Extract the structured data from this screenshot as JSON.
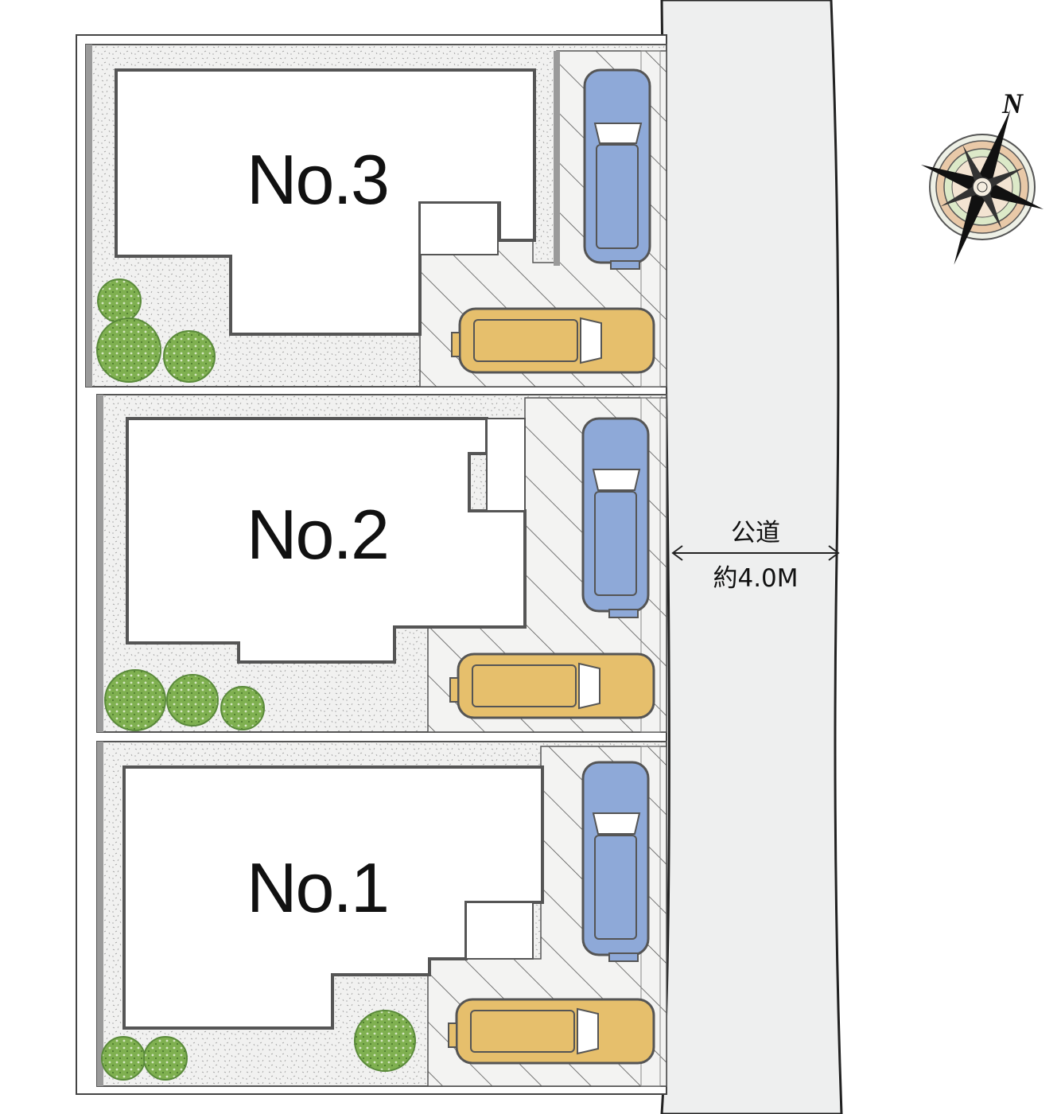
{
  "lots": [
    {
      "id": "lot-3",
      "label": "No.3"
    },
    {
      "id": "lot-2",
      "label": "No.2"
    },
    {
      "id": "lot-1",
      "label": "No.1"
    }
  ],
  "road": {
    "name": "公道",
    "width": "約4.0M"
  },
  "compass": {
    "north_label": "N"
  },
  "colors": {
    "road": "#eeefef",
    "garden": "#f1f1f0",
    "paving": "#f2f2f1",
    "car_blue": "#8ea9d8",
    "car_yellow": "#e6bf6c",
    "tree": "#7fb050",
    "outline": "#555555"
  },
  "icons": [
    "compass-rose-icon",
    "tree-icon",
    "car-icon"
  ]
}
